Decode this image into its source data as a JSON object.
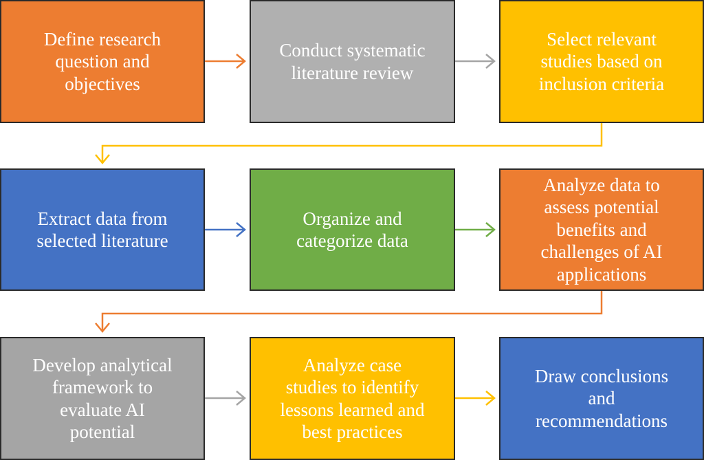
{
  "colors": {
    "orange": "#ED7D31",
    "gray": "#A5A5A5",
    "yellow": "#FFC000",
    "blue": "#4472C4",
    "green": "#70AD47",
    "border": "#2a2a2a"
  },
  "steps": [
    {
      "id": 1,
      "text": "Define research\nquestion and\nobjectives",
      "color": "#ED7D31"
    },
    {
      "id": 2,
      "text": "Conduct systematic\nliterature review",
      "color": "#B0B0B0"
    },
    {
      "id": 3,
      "text": "Select relevant\nstudies based on\ninclusion criteria",
      "color": "#FFC000"
    },
    {
      "id": 4,
      "text": "Extract data from\nselected literature",
      "color": "#4472C4"
    },
    {
      "id": 5,
      "text": "Organize and\ncategorize data",
      "color": "#70AD47"
    },
    {
      "id": 6,
      "text": "Analyze data to\nassess potential\nbenefits and\nchallenges of AI\napplications",
      "color": "#ED7D31"
    },
    {
      "id": 7,
      "text": "Develop analytical\nframework to\nevaluate AI\npotential",
      "color": "#A5A5A5"
    },
    {
      "id": 8,
      "text": "Analyze case\nstudies to identify\nlessons learned and\nbest practices",
      "color": "#FFC000"
    },
    {
      "id": 9,
      "text": "Draw conclusions\nand\nrecommendations",
      "color": "#4472C4"
    }
  ],
  "connectors": [
    {
      "from": 1,
      "to": 2,
      "color": "#ED7D31"
    },
    {
      "from": 2,
      "to": 3,
      "color": "#A5A5A5"
    },
    {
      "from": 3,
      "to": 4,
      "color": "#FFC000"
    },
    {
      "from": 4,
      "to": 5,
      "color": "#4472C4"
    },
    {
      "from": 5,
      "to": 6,
      "color": "#70AD47"
    },
    {
      "from": 6,
      "to": 7,
      "color": "#ED7D31"
    },
    {
      "from": 7,
      "to": 8,
      "color": "#A5A5A5"
    },
    {
      "from": 8,
      "to": 9,
      "color": "#FFC000"
    }
  ]
}
